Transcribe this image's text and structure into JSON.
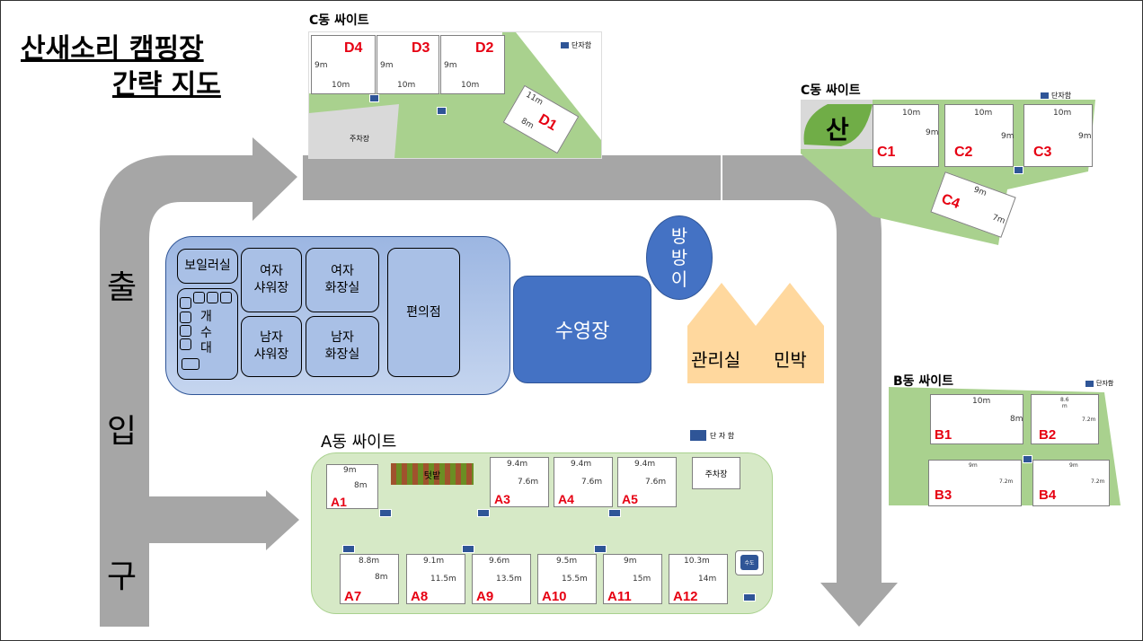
{
  "title": {
    "line1": "산새소리 캠핑장",
    "line2": "간략 지도"
  },
  "entrance_exit_chars": [
    "출",
    "입",
    "구"
  ],
  "sections": {
    "c_top_label": "C동 싸이트",
    "c_right_label": "C동 싸이트",
    "b_label": "B동 싸이트",
    "a_label": "A동 싸이트"
  },
  "parking": {
    "top_left": "주차장",
    "a_area": "주차장"
  },
  "shelter_label": "단자함",
  "shelter_label_spaced": "단 자 함",
  "mountain": "산",
  "field_label": "텃밭",
  "water_label": "수도",
  "buildings": {
    "boiler": "보일러실",
    "sink": "개\n수\n대",
    "women_shower": "여자\n샤워장",
    "women_toilet": "여자\n화장실",
    "men_shower": "남자\n샤워장",
    "men_toilet": "남자\n화장실",
    "store": "편의점",
    "pool": "수영장",
    "room": "방\n방\n이",
    "office": "관리실",
    "lodging": "민박"
  },
  "sites": {
    "D": [
      {
        "id": "D4",
        "w": "10m",
        "h": "9m"
      },
      {
        "id": "D3",
        "w": "10m",
        "h": "9m"
      },
      {
        "id": "D2",
        "w": "10m",
        "h": "9m"
      },
      {
        "id": "D1",
        "w": "11m",
        "h": "8m"
      }
    ],
    "C": [
      {
        "id": "C1",
        "w": "10m",
        "h": "9m"
      },
      {
        "id": "C2",
        "w": "10m",
        "h": "9m"
      },
      {
        "id": "C3",
        "w": "10m",
        "h": "9m"
      },
      {
        "id": "C4",
        "w": "9m",
        "h": "7m"
      }
    ],
    "B": [
      {
        "id": "B1",
        "w": "10m",
        "h": "8m"
      },
      {
        "id": "B2",
        "w": "8.6\nm",
        "h": "7.2m"
      },
      {
        "id": "B3",
        "w": "9m",
        "h": "7.2m"
      },
      {
        "id": "B4",
        "w": "9m",
        "h": "7.2m"
      }
    ],
    "A_top": [
      {
        "id": "A1",
        "w": "9m",
        "h": "8m"
      },
      {
        "id": "A3",
        "w": "9.4m",
        "h": "7.6m"
      },
      {
        "id": "A4",
        "w": "9.4m",
        "h": "7.6m"
      },
      {
        "id": "A5",
        "w": "9.4m",
        "h": "7.6m"
      }
    ],
    "A_bottom": [
      {
        "id": "A7",
        "w": "8.8m",
        "h": "8m"
      },
      {
        "id": "A8",
        "w": "9.1m",
        "h": "11.5m"
      },
      {
        "id": "A9",
        "w": "9.6m",
        "h": "13.5m"
      },
      {
        "id": "A10",
        "w": "9.5m",
        "h": "15.5m"
      },
      {
        "id": "A11",
        "w": "9m",
        "h": "15m"
      },
      {
        "id": "A12",
        "w": "10.3m",
        "h": "14m"
      }
    ]
  },
  "colors": {
    "road": "#a6a6a6",
    "grass": "#a9d18e",
    "a_area": "#d6e9c6",
    "building": "#a9c0e6",
    "pool": "#4472c4",
    "house": "#ffd89e",
    "site_label": "#e60012"
  }
}
